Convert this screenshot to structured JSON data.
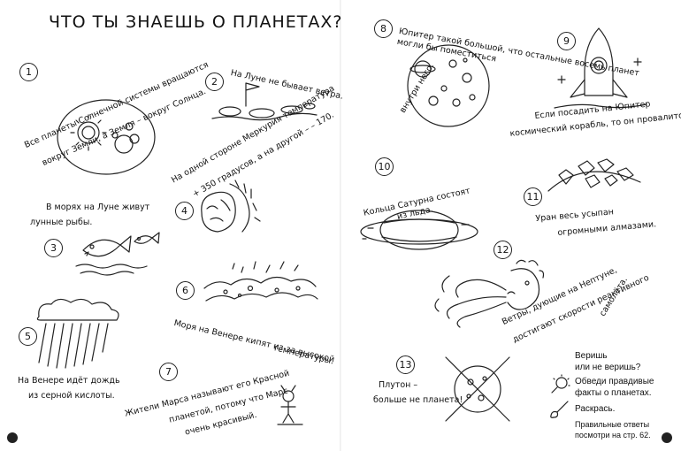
{
  "title": "ЧТО ТЫ ЗНАЕШЬ О ПЛАНЕТАХ?",
  "facts": [
    {
      "n": "1",
      "lines": [
        "Все планеты Солнечной системы вращаются",
        "вокруг Земли, а Земля – вокруг Солнца."
      ]
    },
    {
      "n": "2",
      "lines": [
        "На Луне не бывает ветра."
      ]
    },
    {
      "n": "3",
      "lines": [
        "В морях на Луне живут",
        "лунные рыбы."
      ]
    },
    {
      "n": "4",
      "lines": [
        "На одной стороне Меркурия температура",
        "+ 350 градусов, а на другой – – 170."
      ]
    },
    {
      "n": "5",
      "lines": [
        "На Венере идёт дождь",
        "из серной кислоты."
      ]
    },
    {
      "n": "6",
      "lines": [
        "Моря на Венере кипят из-за высокой",
        "температуры."
      ]
    },
    {
      "n": "7",
      "lines": [
        "Жители Марса называют его Красной",
        "планетой, потому что Марс",
        "очень красивый."
      ]
    },
    {
      "n": "8",
      "lines": [
        "Юпитер такой большой, что остальные восемь планет могли бы поместиться",
        "внутри него."
      ]
    },
    {
      "n": "9",
      "lines": [
        "Если посадить на Юпитер",
        "космический корабль, то он провалится."
      ]
    },
    {
      "n": "10",
      "lines": [
        "Кольца Сатурна состоят",
        "из льда."
      ]
    },
    {
      "n": "11",
      "lines": [
        "Уран весь усыпан",
        "огромными алмазами."
      ]
    },
    {
      "n": "12",
      "lines": [
        "Ветры, дующие на Нептуне,",
        "достигают скорости реактивного",
        "самолёта."
      ]
    },
    {
      "n": "13",
      "lines": [
        "Плутон –",
        "больше не планета!"
      ]
    }
  ],
  "legend": {
    "question": [
      "Веришь",
      "или не веришь?"
    ],
    "instruction1": [
      "Обведи правдивые",
      "факты о планетах."
    ],
    "instruction2": "Раскрась.",
    "answers": [
      "Правильные ответы",
      "посмотри на стр. 62."
    ]
  },
  "icons": [
    "magnifier-icon",
    "brush-icon",
    "saturn-icon",
    "rocket-icon",
    "moon-flag-icon",
    "fish-icon",
    "rain-cloud-icon",
    "mercury-icon",
    "boiling-sea-icon",
    "martian-icon",
    "jupiter-icon",
    "diamonds-icon",
    "wind-face-icon",
    "pluto-crossed-icon",
    "sun-earth-orbit-icon"
  ]
}
